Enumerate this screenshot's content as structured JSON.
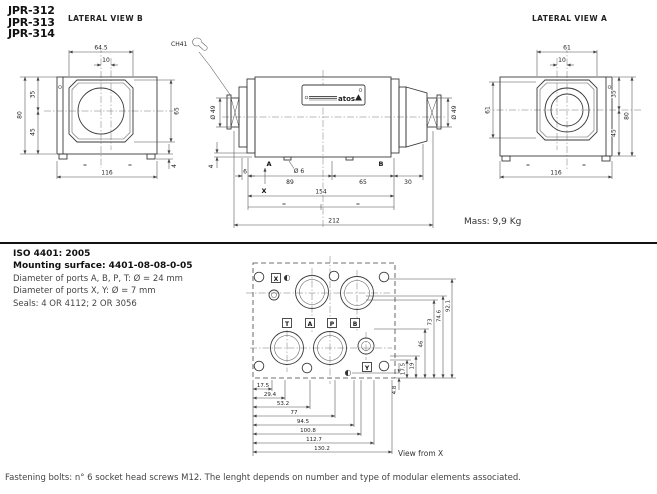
{
  "header": {
    "models": [
      "JPR-312",
      "JPR-313",
      "JPR-314"
    ],
    "view_b": "LATERAL VIEW B",
    "view_a": "LATERAL VIEW A"
  },
  "front_view": {
    "ch": "CH41",
    "dia_left": "Ø 49",
    "dia_right": "Ø 49",
    "logo": "atos",
    "d4": "4",
    "d6": "6",
    "dia6": "Ø 6",
    "d89": "89",
    "d65": "65",
    "d30": "30",
    "d154": "154",
    "d212": "212",
    "port_a": "A",
    "port_b": "B",
    "x_ref": "X",
    "eq1": "=",
    "eq2": "="
  },
  "view_b": {
    "d645": "64.5",
    "d10": "10",
    "d35": "35",
    "d80": "80",
    "d45": "45",
    "d65": "65",
    "d116": "116",
    "d4": "4",
    "eq1": "=",
    "eq2": "="
  },
  "view_a": {
    "d61t": "61",
    "d10": "10",
    "d61l": "61",
    "d35": "35",
    "d80": "80",
    "d45": "45",
    "d116": "116",
    "eq1": "=",
    "eq2": "="
  },
  "mass": "Mass: 9,9 Kg",
  "specs": {
    "title": "ISO 4401: 2005",
    "subtitle": "Mounting surface: 4401-08-08-0-05",
    "lines": [
      "Diameter of ports A, B, P, T: Ø = 24 mm",
      "Diameter of ports  X, Y: Ø = 7 mm",
      "Seals: 4 OR 4112; 2 OR 3056"
    ]
  },
  "mounting": {
    "ports": {
      "x": "X",
      "t": "T",
      "a": "A",
      "p": "P",
      "b": "B",
      "y": "Y"
    },
    "bottom_dims": [
      "17.5",
      "29.4",
      "53.2",
      "77",
      "94.5",
      "100.8",
      "112.7",
      "130.2"
    ],
    "right_dims": [
      "4.8",
      "17.5",
      "19",
      "46",
      "73",
      "74.6",
      "92.1"
    ],
    "caption": "View from X"
  },
  "footer": "Fastening bolts: n° 6 socket head screws M12. The lenght depends on number and type of modular elements associated."
}
